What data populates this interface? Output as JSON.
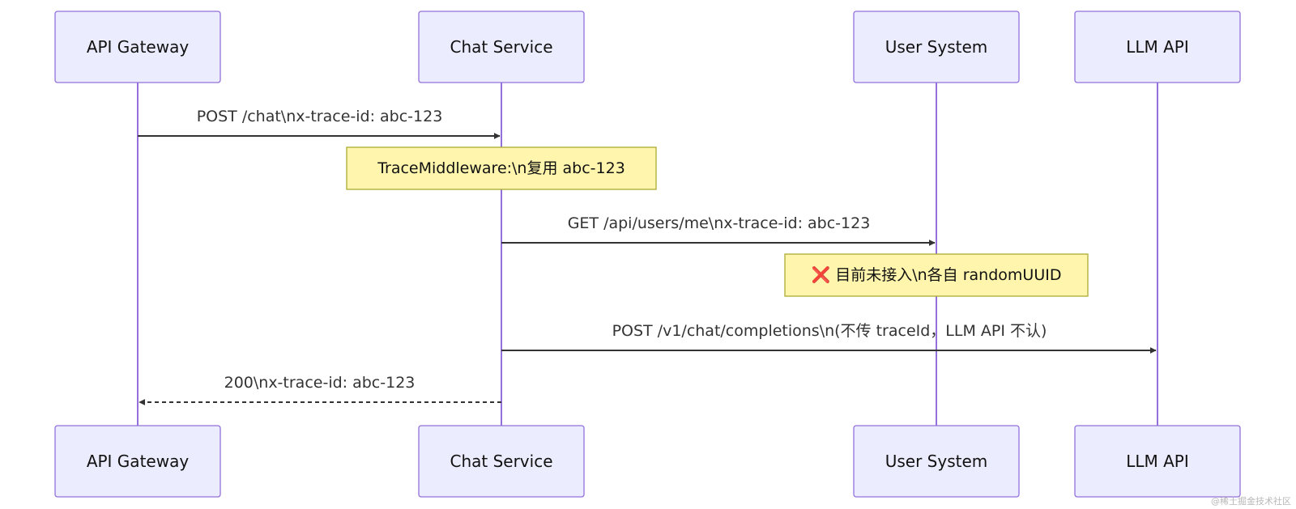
{
  "diagram": {
    "participants": [
      {
        "id": "gw",
        "label": "API Gateway"
      },
      {
        "id": "chat",
        "label": "Chat Service"
      },
      {
        "id": "user",
        "label": "User System"
      },
      {
        "id": "llm",
        "label": "LLM API"
      }
    ],
    "messages": [
      {
        "from": "gw",
        "to": "chat",
        "label": "POST /chat\\nx-trace-id: abc-123",
        "style": "solid"
      },
      {
        "from": "chat",
        "to": "user",
        "label": "GET /api/users/me\\nx-trace-id: abc-123",
        "style": "solid"
      },
      {
        "from": "chat",
        "to": "llm",
        "label": "POST /v1/chat/completions\\n(不传 traceId，LLM API 不认)",
        "style": "solid"
      },
      {
        "from": "chat",
        "to": "gw",
        "label": "200\\nx-trace-id: abc-123",
        "style": "dashed"
      }
    ],
    "notes": [
      {
        "over": "chat",
        "label": "TraceMiddleware:\\n复用 abc-123",
        "mark": ""
      },
      {
        "over": "user",
        "label": "目前未接入\\n各自 randomUUID",
        "mark": "❌"
      }
    ],
    "colors": {
      "actor_fill": "#ECECFF",
      "actor_stroke": "#9370DB",
      "lifeline": "#9370DB",
      "message": "#333333",
      "note_fill": "#FFF5AD",
      "note_stroke": "#AAAA33",
      "error_mark": "#E8242A"
    }
  },
  "watermark": "@稀土掘金技术社区"
}
